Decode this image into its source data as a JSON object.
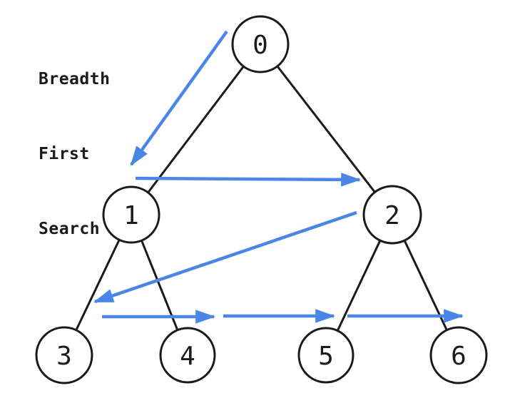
{
  "title": {
    "lines": [
      "Breadth",
      "First",
      "Search"
    ]
  },
  "colors": {
    "ink": "#1a1a1a",
    "arrow": "#4a86e8",
    "background": "#ffffff"
  },
  "diagram": {
    "type": "binary-tree-bfs",
    "nodes": [
      {
        "label": "0"
      },
      {
        "label": "1"
      },
      {
        "label": "2"
      },
      {
        "label": "3"
      },
      {
        "label": "4"
      },
      {
        "label": "5"
      },
      {
        "label": "6"
      }
    ],
    "edges": [
      {
        "from": "0",
        "to": "1"
      },
      {
        "from": "0",
        "to": "2"
      },
      {
        "from": "1",
        "to": "3"
      },
      {
        "from": "1",
        "to": "4"
      },
      {
        "from": "2",
        "to": "5"
      },
      {
        "from": "2",
        "to": "6"
      }
    ],
    "traversal": {
      "name": "Breadth First Search",
      "order": [
        "0",
        "1",
        "2",
        "3",
        "4",
        "5",
        "6"
      ],
      "arrows": [
        {
          "from": "0",
          "to": "1"
        },
        {
          "from": "1",
          "to": "2"
        },
        {
          "from": "2",
          "to": "3"
        },
        {
          "from": "3",
          "to": "4"
        },
        {
          "from": "4",
          "to": "5"
        },
        {
          "from": "5",
          "to": "6"
        }
      ]
    }
  }
}
